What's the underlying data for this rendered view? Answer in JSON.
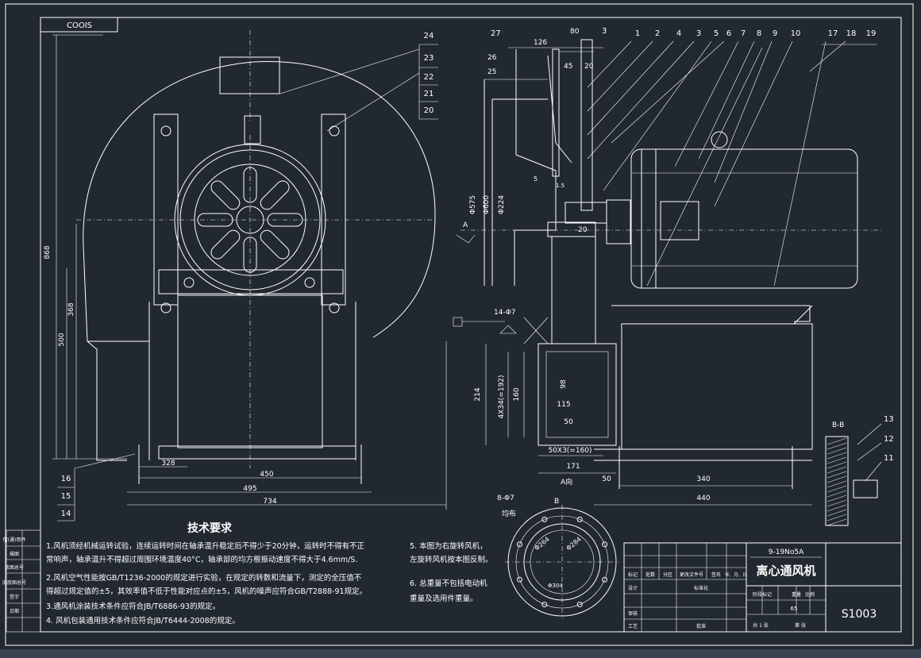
{
  "drawing": {
    "title_code": "COOIS",
    "main_height_dim": "868",
    "left_dims": [
      "368",
      "500"
    ],
    "bottom_dims": [
      "328",
      "450",
      "495",
      "734"
    ],
    "left_parts": [
      "24",
      "23",
      "22",
      "21",
      "20"
    ],
    "bottom_left_parts": [
      "16",
      "15",
      "14"
    ],
    "top_parts": [
      "1",
      "2",
      "4",
      "3",
      "5",
      "6",
      "7",
      "8",
      "9",
      "10",
      "17",
      "18",
      "19"
    ],
    "side_top_labels": [
      "27",
      "126",
      "80",
      "3",
      "26",
      "25",
      "45",
      "20"
    ],
    "side_dims": [
      "Φ575",
      "Φ600",
      "Φ224",
      "20",
      "214",
      "160",
      "98",
      "115",
      "50",
      "4X34(=192)",
      "50X3(=160)",
      "171",
      "50",
      "340",
      "440"
    ],
    "side_small": [
      "5",
      "1.5",
      "A"
    ],
    "hole_note": "14-Φ7",
    "section_label": "B-B",
    "section_parts": [
      "13",
      "12",
      "11"
    ],
    "view_label": "A向",
    "view_letter": "B",
    "flange_note": "8-Φ7",
    "flange_sub": "均布",
    "flange_dims": [
      "Φ264",
      "Φ284",
      "Φ304"
    ],
    "tech_title": "技术要求",
    "tech_notes": [
      "1.风机须经机械运转试验，连续运转时间在轴承温升稳定后不得少于20分钟，运转时不得有不正",
      "常响声，轴承温升不得超过周围环境温度40°C，轴承部的均方根振动速度不得大于4.6mm/S.",
      "2.风机空气性能按GB/T1236-2000的规定进行实验，在规定的转数和流量下，测定的全压值不",
      "得超过规定值的±5，其效率值不低于性能对应点的±5，风机的噪声应符合GB/T2888-91规定。",
      "3.通风机涂装技术条件应符合JB/T6886-93的规定。",
      "4. 风机包装通用技术条件应符合JB/T6444-2008的规定。"
    ],
    "notes_right": [
      "5. 本图为右旋转风机，",
      "左旋转风机按本图反制。",
      "6. 总重量不包括电动机",
      "重量及选用件重量。"
    ],
    "title_block": {
      "model": "9-19No5A",
      "name": "离心通风机",
      "drawing_no": "S1003",
      "weight": "65",
      "row_labels": [
        "标记",
        "处数",
        "分区",
        "更改文件号",
        "签名",
        "年、月、日"
      ],
      "design": "设计",
      "standardize": "标准化",
      "review": "审核",
      "process": "工艺",
      "approve": "批准",
      "stage_mark": "阶段标记",
      "weight_label": "重量",
      "ratio_label": "比例",
      "sheets": "共 1 张",
      "sheet": "第 张"
    },
    "side_table": [
      "借(通)用件",
      "描图",
      "底图总号",
      "旧底图总号",
      "签字",
      "日期"
    ]
  }
}
